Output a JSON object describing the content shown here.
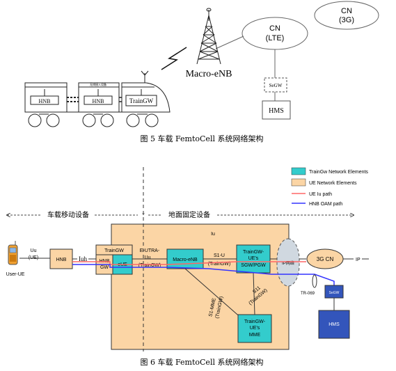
{
  "fig5": {
    "cn_3g_line1": "CN",
    "cn_3g_line2": "(3G)",
    "cn_lte_line1": "CN",
    "cn_lte_line2": "(LTE)",
    "macro_enb": "Macro-eNB",
    "segw": "SeGW",
    "hms": "HMS",
    "hnb_car1": "HNB",
    "hnb_car2": "HNB",
    "car2_tiny_label": "无线接入设备",
    "traingw": "TrainGW",
    "caption": "图 5  车载 FemtoCell 系统网络架构"
  },
  "fig6": {
    "legend": [
      {
        "label": "TrainGw  Network Elements",
        "color": "#33cccc"
      },
      {
        "label": "UE Network Elements",
        "color": "#fbd5a5"
      },
      {
        "label": "UE Iu path",
        "color": "#ff6666"
      },
      {
        "label": "HNB OAM path",
        "color": "#3333ff"
      }
    ],
    "left_zone": "车载移动设备",
    "right_zone": "地面固定设备",
    "iu_top": "Iu",
    "user_ue": "User-UE",
    "uu_line1": "Uu",
    "uu_line2": "(UE)",
    "hnb": "HNB",
    "iuh": "Iuh",
    "traingw": "TrainGW",
    "hnb_gw_line1": "HNB",
    "hnb_gw_line2": "GW",
    "eue": "eUE",
    "eutra_line1": "E-UTRA-",
    "eutra_line2": "Uu",
    "eutra_line3": "(TrainGW)",
    "macro_enb": "Macro-eNB",
    "s1u_line1": "S1-U",
    "s1u_line2": "(TrainGW)",
    "sgw_line1": "TrainGW-",
    "sgw_line2": "UE's",
    "sgw_line3": "SGW/PGW",
    "s1mme_line1": "S1-MME",
    "s1mme_line2": "(TrainGW)",
    "s11_line1": "S11",
    "s11_line2": "(TrainGW)",
    "mme_line1": "TrainGW-",
    "mme_line2": "UE's",
    "mme_line3": "MME",
    "ip_net": "IP网络",
    "cn_3g": "3G CN",
    "ip": "IP",
    "tr069": "TR-069",
    "segw": "SeGW",
    "hms": "HMS",
    "caption": "图 6  车载 FemtoCell 系统网络架构"
  },
  "colors": {
    "teal": "#33cccc",
    "peach": "#fbd5a5",
    "iu_path": "#ff6666",
    "oam_path": "#3333ff",
    "hms_blue": "#3355bb"
  }
}
